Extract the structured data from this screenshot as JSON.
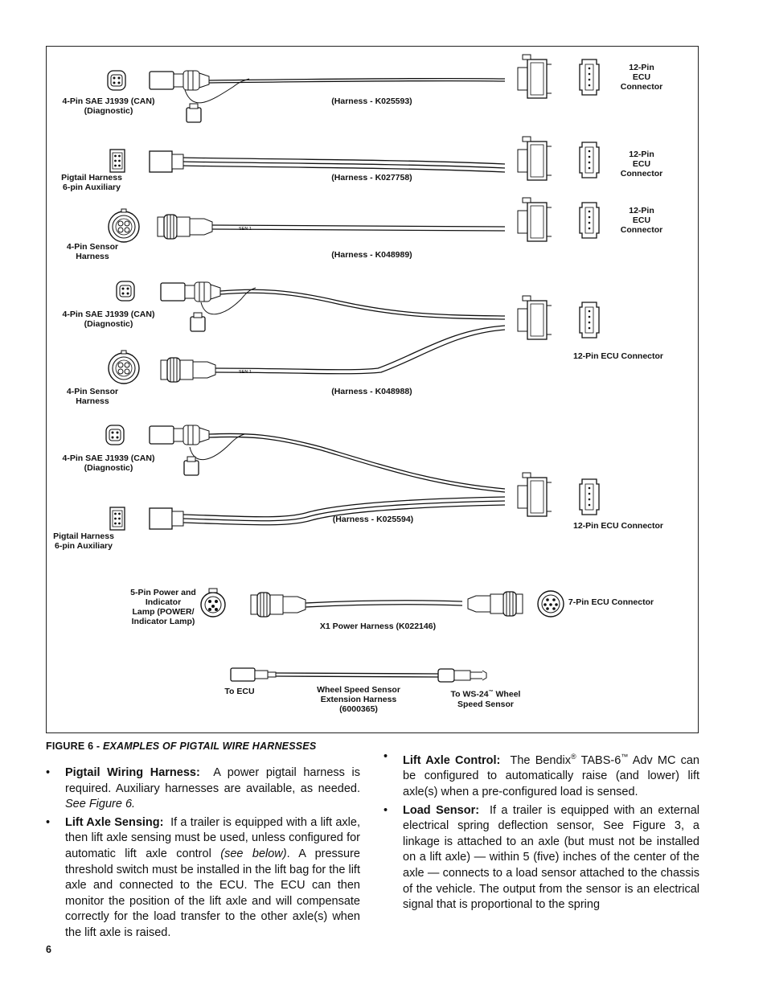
{
  "figure": {
    "caption_prefix": "FIGURE 6 - ",
    "caption_title": "EXAMPLES OF PIGTAIL WIRE HARNESSES",
    "labels": {
      "r1_left": [
        "4-Pin SAE J1939 (CAN)",
        "(Diagnostic)"
      ],
      "r1_harness": "(Harness  -  K025593)",
      "r1_right": [
        "12-Pin",
        "ECU",
        "Connector"
      ],
      "r2_left": [
        "Pigtail Harness",
        "6-pin Auxiliary"
      ],
      "r2_harness": "(Harness  -  K027758)",
      "r2_right": [
        "12-Pin",
        "ECU",
        "Connector"
      ],
      "r3_left": [
        "4-Pin Sensor",
        "Harness"
      ],
      "r3_harness": "(Harness  -  K048989)",
      "r3_right": [
        "12-Pin",
        "ECU",
        "Connector"
      ],
      "r4_left_top": [
        "4-Pin SAE J1939 (CAN)",
        "(Diagnostic)"
      ],
      "r4_left_bottom": [
        "4-Pin Sensor",
        "Harness"
      ],
      "r4_harness": "(Harness  -  K048988)",
      "r4_right": "12-Pin ECU Connector",
      "r5_left_top": [
        "4-Pin SAE J1939 (CAN)",
        "(Diagnostic)"
      ],
      "r5_left_bottom": [
        "Pigtail Harness",
        "6-pin Auxiliary"
      ],
      "r5_harness": "(Harness  -  K025594)",
      "r5_right": "12-Pin ECU Connector",
      "r6_left": [
        "5-Pin Power and",
        "Indicator",
        "Lamp (POWER/",
        "Indicator Lamp)"
      ],
      "r6_harness": "X1 Power Harness (K022146)",
      "r6_right": "7-Pin ECU Connector",
      "r7_left": "To ECU",
      "r7_center": [
        "Wheel Speed Sensor",
        "Extension Harness",
        "(6000365)"
      ],
      "r7_right_a": "To WS-24",
      "r7_right_tm": "™",
      "r7_right_b": " Wheel",
      "r7_right_c": "Speed Sensor",
      "wire_sen1": "SEN 1"
    }
  },
  "body": {
    "left": [
      {
        "title": "Pigtail Wiring Harness:",
        "text": "A power pigtail harness is required. Auxiliary harnesses are available, as needed. ",
        "italic": "See Figure 6."
      },
      {
        "title": "Lift Axle Sensing:",
        "text_a": "If a trailer is equipped with a lift axle, then lift axle sensing must be used, unless configured for automatic lift axle control ",
        "italic": "(see below)",
        "text_b": ". A pressure threshold switch must be installed in the lift bag for the lift axle and connected to the ECU. The ECU can then monitor the position of the lift axle and will compensate correctly for the load transfer to the other axle(s) when the lift axle is raised."
      }
    ],
    "right": [
      {
        "title": "Lift Axle Control:",
        "text_a": "The Bendix",
        "reg": "®",
        "text_b": " TABS-6",
        "tm": "™",
        "text_c": " Adv MC can be configured to automatically raise (and lower) lift axle(s) when a pre-configured load is sensed."
      },
      {
        "title": "Load Sensor:",
        "text": "If a trailer is equipped with an external electrical spring deflection sensor, See Figure 3, a linkage is attached to an axle (but must not be installed on a lift axle) — within 5 (five) inches of the center of the axle — connects to a load sensor attached to the chassis of the vehicle. The output from the sensor is an electrical signal that is proportional to the spring"
      }
    ]
  },
  "page_number": "6"
}
